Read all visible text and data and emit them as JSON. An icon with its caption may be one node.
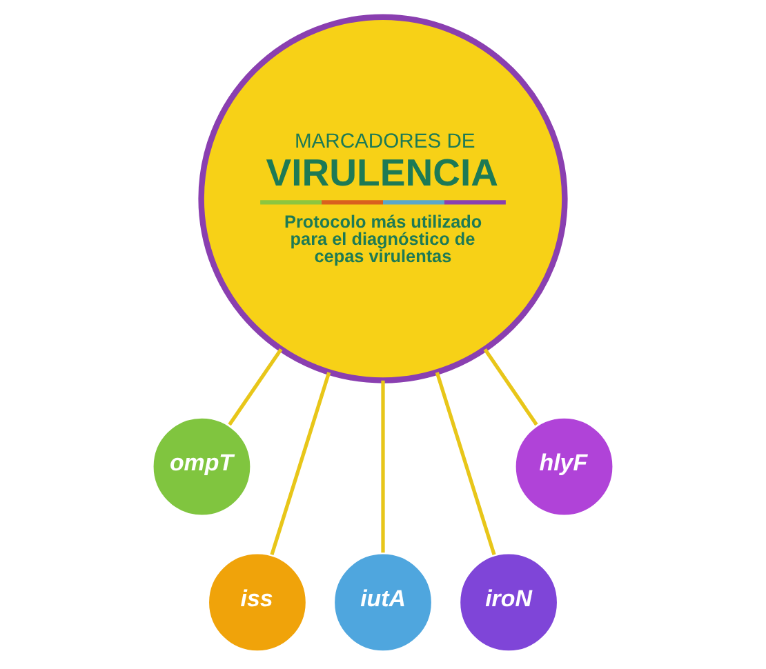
{
  "diagram": {
    "nodes": [
      {
        "text": [
          "MARCADORES DE VIRULENCIA",
          "Protocolo más utilizado para el diagnóstico de cepas virulentas"
        ]
      },
      {
        "text": [
          "ompT"
        ]
      },
      {
        "text": [
          "iss"
        ]
      },
      {
        "text": [
          "iutA"
        ]
      },
      {
        "text": [
          "iroN"
        ]
      },
      {
        "text": [
          "hlyF"
        ]
      }
    ],
    "edges": [
      {
        "from": 0,
        "to": 1,
        "arrow": "none"
      },
      {
        "from": 0,
        "to": 2,
        "arrow": "none"
      },
      {
        "from": 0,
        "to": 3,
        "arrow": "none"
      },
      {
        "from": 0,
        "to": 4,
        "arrow": "none"
      },
      {
        "from": 0,
        "to": 5,
        "arrow": "none"
      }
    ]
  }
}
